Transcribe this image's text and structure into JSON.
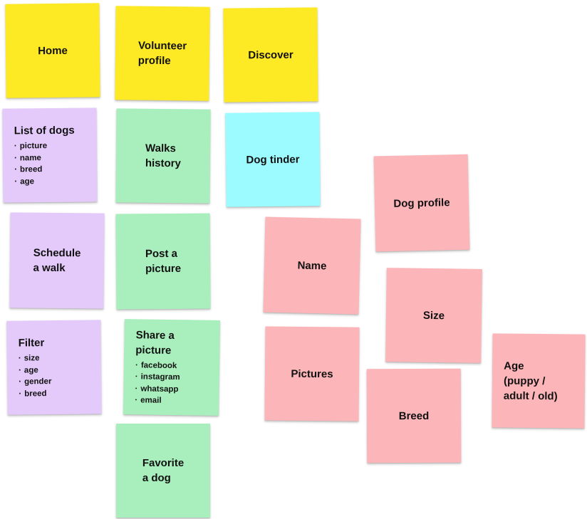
{
  "colors": {
    "yellow": "#fde924",
    "purple": "#e4cafa",
    "green": "#a8efbd",
    "cyan": "#9cfbff",
    "pink": "#fcb6ba"
  },
  "notes": [
    {
      "id": "home",
      "title": "Home",
      "color": "yellow",
      "items": []
    },
    {
      "id": "volunteer-profile",
      "title": "Volunteer\nprofile",
      "color": "yellow",
      "items": []
    },
    {
      "id": "discover",
      "title": "Discover",
      "color": "yellow",
      "items": []
    },
    {
      "id": "list-of-dogs",
      "title": "List of dogs",
      "color": "purple",
      "items": [
        "picture",
        "name",
        "breed",
        "age"
      ]
    },
    {
      "id": "walks-history",
      "title": "Walks\nhistory",
      "color": "green",
      "items": []
    },
    {
      "id": "dog-tinder",
      "title": "Dog tinder",
      "color": "cyan",
      "items": []
    },
    {
      "id": "dog-profile",
      "title": "Dog profile",
      "color": "pink",
      "items": []
    },
    {
      "id": "schedule-a-walk",
      "title": "Schedule\na walk",
      "color": "purple",
      "items": []
    },
    {
      "id": "post-a-picture",
      "title": "Post a\npicture",
      "color": "green",
      "items": []
    },
    {
      "id": "name",
      "title": "Name",
      "color": "pink",
      "items": []
    },
    {
      "id": "size",
      "title": "Size",
      "color": "pink",
      "items": []
    },
    {
      "id": "filter",
      "title": "Filter",
      "color": "purple",
      "items": [
        "size",
        "age",
        "gender",
        "breed"
      ]
    },
    {
      "id": "share-a-picture",
      "title": "Share a\npicture",
      "color": "green",
      "items": [
        "facebook",
        "instagram",
        "whatsapp",
        "email"
      ]
    },
    {
      "id": "pictures",
      "title": "Pictures",
      "color": "pink",
      "items": []
    },
    {
      "id": "age",
      "title": "Age\n(puppy /\nadult / old)",
      "color": "pink",
      "items": []
    },
    {
      "id": "breed",
      "title": "Breed",
      "color": "pink",
      "items": []
    },
    {
      "id": "favorite-a-dog",
      "title": "Favorite\na dog",
      "color": "green",
      "items": []
    }
  ]
}
